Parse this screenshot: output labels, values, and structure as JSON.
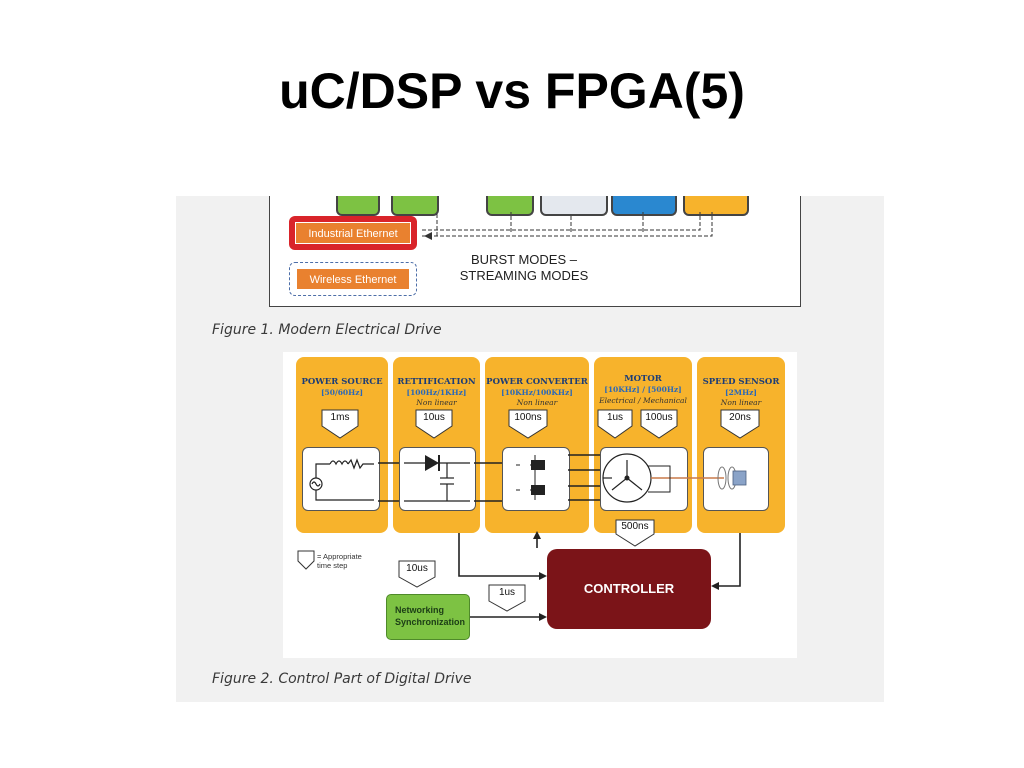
{
  "slide": {
    "title": "uC/DSP vs FPGA(5)"
  },
  "figure1": {
    "industrial_ethernet": "Industrial Ethernet",
    "wireless_ethernet": "Wireless Ethernet",
    "burst_line1": "BURST MODES –",
    "burst_line2": "STREAMING MODES",
    "caption": "Figure 1. Modern Electrical Drive",
    "colors": {
      "red": "#d9242a",
      "orange": "#e9812f",
      "green": "#7dc243",
      "yellow": "#f7b32c",
      "blue": "#2a88d0"
    }
  },
  "figure2": {
    "blocks": [
      {
        "name": "POWER SOURCE",
        "freq": "[50/60Hz]",
        "note": "",
        "times": [
          "1ms"
        ]
      },
      {
        "name": "RETTIFICATION",
        "freq": "[100Hz/1KHz]",
        "note": "Non linear",
        "times": [
          "10us"
        ]
      },
      {
        "name": "POWER CONVERTER",
        "freq": "[10KHz/100KHz]",
        "note": "Non linear",
        "times": [
          "100ns"
        ]
      },
      {
        "name": "MOTOR",
        "freq": "[10KHz]   / [500Hz]",
        "note": "Electrical / Mechanical",
        "times": [
          "1us",
          "100us"
        ]
      },
      {
        "name": "SPEED SENSOR",
        "freq": "[2MHz]",
        "note": "Non linear",
        "times": [
          "20ns"
        ]
      }
    ],
    "motor_to_controller_time": "500ns",
    "controller_label": "CONTROLLER",
    "network_line1": "Networking",
    "network_line2": "Synchronization",
    "network_time": "10us",
    "network_to_controller_time": "1us",
    "legend_line1": "= Appropriate",
    "legend_line2": "time step",
    "caption": "Figure 2. Control Part of Digital Drive",
    "colors": {
      "block": "#f7b32c",
      "controller": "#7b1418",
      "network": "#7dc243"
    }
  }
}
